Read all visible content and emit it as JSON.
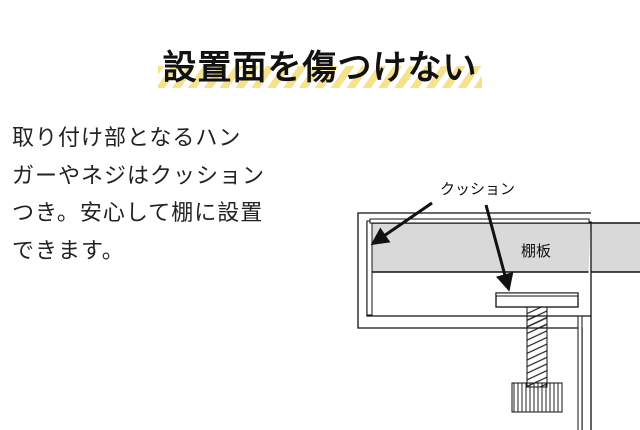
{
  "title": "設置面を傷つけない",
  "description_lines": [
    "取り付け部となるハン",
    "ガーやネジはクッション",
    "つき。安心して棚に設置",
    "できます。"
  ],
  "diagram": {
    "cushion_label": "クッション",
    "shelf_label": "棚板",
    "shelf_color": "#d9d9d9",
    "accent_stripe_color": "#f6e18c"
  }
}
